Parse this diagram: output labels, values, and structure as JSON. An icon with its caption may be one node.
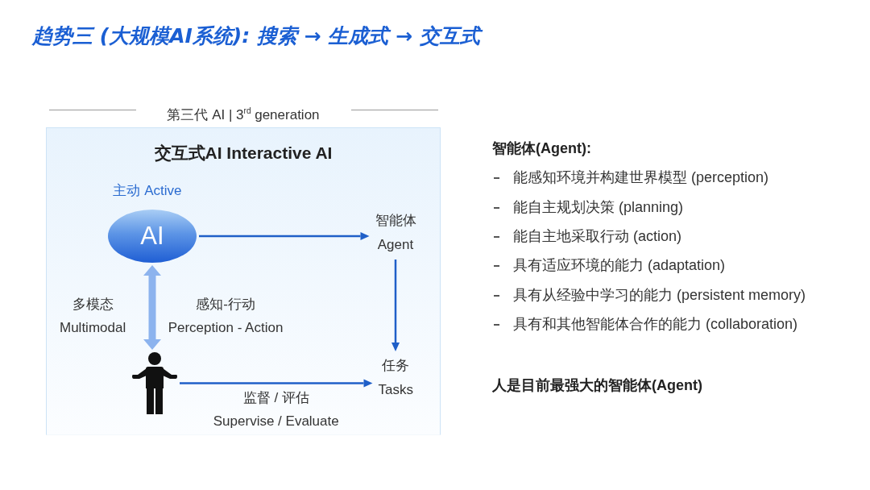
{
  "diagram": {
    "title": "趋势三 (大规模AI系统): 搜索 → 生成式 → 交互式",
    "nodes": [
      {
        "text": [
          "第三代 AI | 3$^{rd}$ generation",
          "交互式AI Interactive AI"
        ]
      },
      {
        "text": [
          "AI"
        ],
        "beside": [
          "主动 Active"
        ],
        "in": 0
      },
      {
        "text": [
          "智能体 Agent"
        ],
        "in": 0
      },
      {
        "text": [],
        "shape": "person",
        "in": 0
      },
      {
        "text": [
          "任务 Tasks"
        ],
        "in": 0
      }
    ],
    "edges": [
      {
        "from": 1,
        "to": 2,
        "arrow": "to"
      },
      {
        "from": 1,
        "to": 3,
        "arrow": "both",
        "style": "thick",
        "color": "#8cb3ee"
      },
      {
        "from": 2,
        "to": 4,
        "arrow": "to"
      },
      {
        "from": 3,
        "to": 4,
        "arrow": "to",
        "label": "监督 / 评估 Supervise / Evaluate"
      }
    ],
    "labels": [
      "多模态 Multimodal",
      "感知-行动 Perception - Action",
      "智能体(Agent):",
      "能感知环境并构建世界模型 (perception)",
      "能自主规划决策 (planning)",
      "能自主地采取行动 (action)",
      "具有适应环境的能力 (adaptation)",
      "具有从经验中学习的能力 (persistent memory)",
      "具有和其他智能体合作的能力 (collaboration)",
      "人是目前最强大的智能体(Agent)"
    ]
  }
}
